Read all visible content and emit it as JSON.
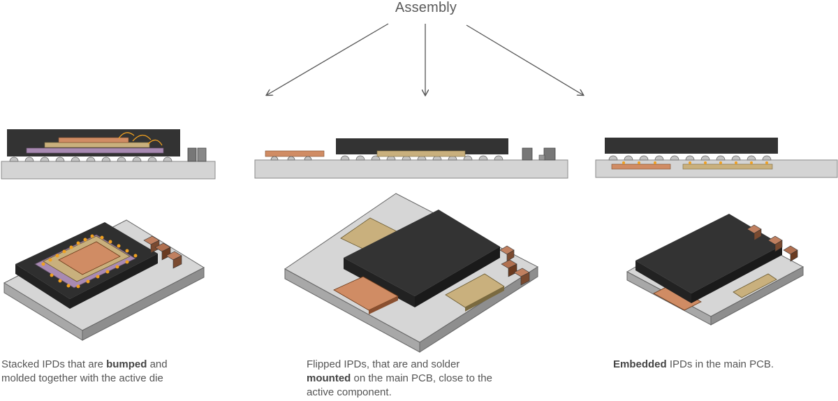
{
  "diagram": {
    "title": "Assembly",
    "captions": {
      "stacked": {
        "line1_pre": "Stacked IPDs that are ",
        "line1_bold": "bumped",
        "line1_post": " and",
        "line2": "molded together with the active die"
      },
      "flipped": {
        "line1": "Flipped IPDs, that are and solder",
        "line2_bold": "mounted",
        "line2_post": " on the main PCB, close to the",
        "line3": "active component."
      },
      "embedded": {
        "bold": "Embedded",
        "post": " IPDs in the main PCB."
      }
    },
    "colors": {
      "pcb": "#d4d4d4",
      "pcb_edge": "#9a9a9a",
      "die": "#333333",
      "copper": "#d08c64",
      "gold": "#c9b07d",
      "purple": "#a88ab2",
      "bump": "#c0c0c0",
      "accent_dot": "#f0a020",
      "passive_brown": "#8a5a3a"
    }
  }
}
